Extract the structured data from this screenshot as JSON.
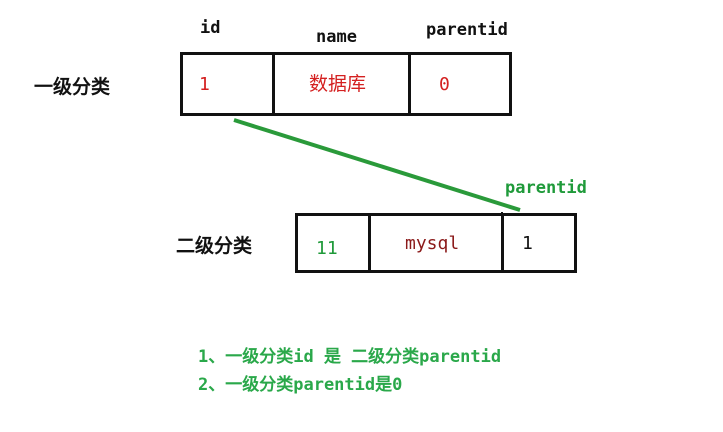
{
  "headers": {
    "id": "id",
    "name": "name",
    "parentid": "parentid"
  },
  "level1": {
    "label": "一级分类",
    "cells": [
      "1",
      "数据库",
      "0"
    ]
  },
  "level2": {
    "label": "二级分类",
    "parentid_label": "parentid",
    "cells": [
      "11",
      "mysql",
      "1"
    ]
  },
  "notes": [
    "1、一级分类id 是 二级分类parentid",
    "2、一级分类parentid是0"
  ],
  "colors": {
    "level1_text": "#d42020",
    "level2_id_text": "#1f9a3a",
    "level2_name_text": "#8b1a1a",
    "connector": "#2a9a3a",
    "notes_text": "#2aa84a"
  }
}
